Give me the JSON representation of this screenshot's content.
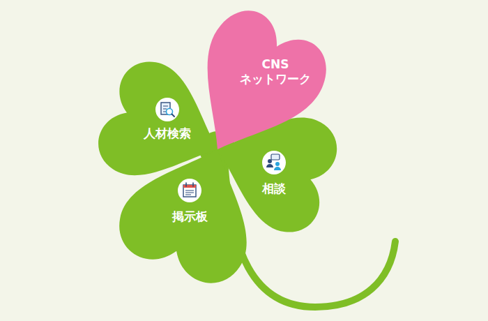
{
  "diagram": {
    "nodes": [
      {
        "text": [
          "CNS ネットワーク"
        ]
      },
      {
        "text": [
          "人材検索"
        ]
      },
      {
        "text": [
          "相談"
        ]
      },
      {
        "text": [
          "掲示板"
        ]
      }
    ]
  }
}
